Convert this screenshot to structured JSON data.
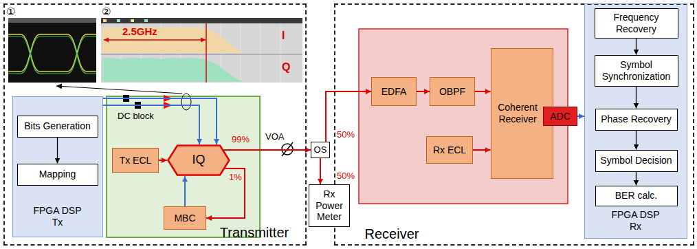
{
  "diagram": {
    "nodes": [
      {
        "text": [
          "Transmitter"
        ]
      },
      {
        "text": [
          "FPGA DSP",
          "Tx"
        ],
        "in": 0
      },
      {
        "text": [
          "Bits Generation"
        ],
        "in": 1
      },
      {
        "text": [
          "Mapping"
        ],
        "in": 1
      },
      {
        "text": [
          "Tx ECL"
        ],
        "in": 0
      },
      {
        "text": [
          "IQ"
        ],
        "in": 0
      },
      {
        "text": [
          "MBC"
        ],
        "in": 0
      },
      {
        "text": [
          "OS"
        ]
      },
      {
        "text": [
          "Rx Power Meter"
        ]
      },
      {
        "text": [
          "Receiver"
        ]
      },
      {
        "text": [
          "EDFA"
        ],
        "in": 9
      },
      {
        "text": [
          "OBPF"
        ],
        "in": 9
      },
      {
        "text": [
          "Rx ECL"
        ],
        "in": 9
      },
      {
        "text": [
          "Coherent Receiver"
        ],
        "in": 9
      },
      {
        "text": [
          "ADC"
        ],
        "in": 9
      },
      {
        "text": [
          "FPGA DSP",
          "Rx"
        ],
        "in": 9
      },
      {
        "text": [
          "Frequency Recovery"
        ],
        "in": 15
      },
      {
        "text": [
          "Symbol Synchronization"
        ],
        "in": 15
      },
      {
        "text": [
          "Phase Recovery"
        ],
        "in": 15
      },
      {
        "text": [
          "Symbol Decision"
        ],
        "in": 15
      },
      {
        "text": [
          "BER calc."
        ],
        "in": 15
      }
    ],
    "edges": [
      {
        "from": 2,
        "to": 3,
        "arrow": "to"
      },
      {
        "from": 1,
        "to": 5,
        "arrow": "to"
      },
      {
        "from": 1,
        "to": 5,
        "arrow": "to"
      },
      {
        "from": 4,
        "to": 5,
        "arrow": "to"
      },
      {
        "from": 5,
        "to": 6,
        "arrow": "to"
      },
      {
        "from": 6,
        "to": 5,
        "arrow": "to"
      },
      {
        "from": 5,
        "to": 7,
        "arrow": "to"
      },
      {
        "from": 7,
        "to": 10,
        "arrow": "to"
      },
      {
        "from": 7,
        "to": 8,
        "arrow": "to"
      },
      {
        "from": 10,
        "to": 11,
        "arrow": "to"
      },
      {
        "from": 11,
        "to": 13,
        "arrow": "to"
      },
      {
        "from": 12,
        "to": 13,
        "arrow": "to"
      },
      {
        "from": 14,
        "to": 15,
        "arrow": "to"
      },
      {
        "from": 16,
        "to": 17,
        "arrow": "to"
      },
      {
        "from": 17,
        "to": 18,
        "arrow": "to"
      },
      {
        "from": 18,
        "to": 19,
        "arrow": "to"
      },
      {
        "from": 19,
        "to": 20,
        "arrow": "to"
      }
    ],
    "labels": [
      "①",
      "②",
      "2.5GHz",
      "I",
      "Q",
      "DC block",
      "99%",
      "1%",
      "VOA",
      "50%",
      "50%"
    ]
  }
}
